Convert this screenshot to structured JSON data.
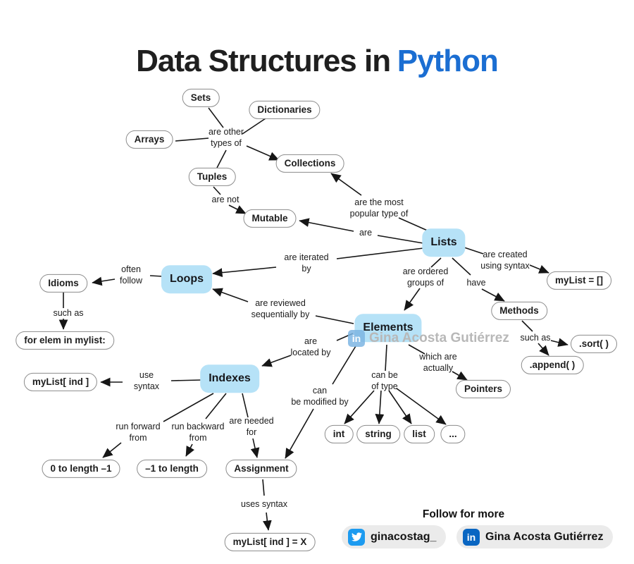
{
  "title": {
    "prefix": "Data Structures in",
    "highlight": "Python"
  },
  "colors": {
    "title-blue": "#1b6ed2",
    "node-blue": "#b6e2f7",
    "node-border": "#8c8c8c",
    "edge-ink": "#161616",
    "twitter-blue": "#1d9bf0",
    "linkedin-blue": "#0a66c2",
    "watermark-gray": "#b8b8b8",
    "pill-gray": "#ebebeb"
  },
  "nodes": {
    "sets": "Sets",
    "dictionaries": "Dictionaries",
    "arrays": "Arrays",
    "tuples": "Tuples",
    "collections": "Collections",
    "mutable": "Mutable",
    "lists": "Lists",
    "loops": "Loops",
    "idioms": "Idioms",
    "idiom_syntax": "for elem in mylist:",
    "elements": "Elements",
    "methods": "Methods",
    "list_syntax": "myList = []",
    "sort_method": ".sort( )",
    "append_method": ".append( )",
    "pointers": "Pointers",
    "index_syntax": "myList[ ind ]",
    "indexes": "Indexes",
    "type_int": "int",
    "type_string": "string",
    "type_list": "list",
    "type_more": "...",
    "forward_range": "0 to length –1",
    "backward_range": "–1 to length",
    "assignment": "Assignment",
    "assignment_syntax": "myList[ ind ] = X"
  },
  "edge_labels": {
    "are_other_types_of": "are other\ntypes of",
    "are_not": "are not",
    "most_popular": "are the most\npopular type of",
    "are": "are",
    "are_iterated_by": "are iterated\nby",
    "often_follow": "often\nfollow",
    "such_as_idioms": "such as",
    "reviewed_sequentially": "are reviewed\nsequentially by",
    "ordered_groups": "are ordered\ngroups of",
    "have": "have",
    "created_using_syntax": "are created\nusing syntax",
    "such_as_methods": "such as",
    "are_located_by": "are\nlocated by",
    "use_syntax": "use\nsyntax",
    "can_be_modified_by": "can\nbe modified by",
    "can_be_of_type": "can be\nof type",
    "which_are_actually": "which are\nactually",
    "run_forward_from": "run forward\nfrom",
    "run_backward_from": "run backward\nfrom",
    "are_needed_for": "are needed\nfor",
    "uses_syntax": "uses syntax"
  },
  "watermark": {
    "icon": "in",
    "name": "Gina Acosta Gutiérrez"
  },
  "footer": {
    "heading": "Follow for more",
    "twitter_handle": "ginacostag_",
    "linkedin_icon": "in",
    "linkedin_name": "Gina Acosta Gutiérrez"
  }
}
